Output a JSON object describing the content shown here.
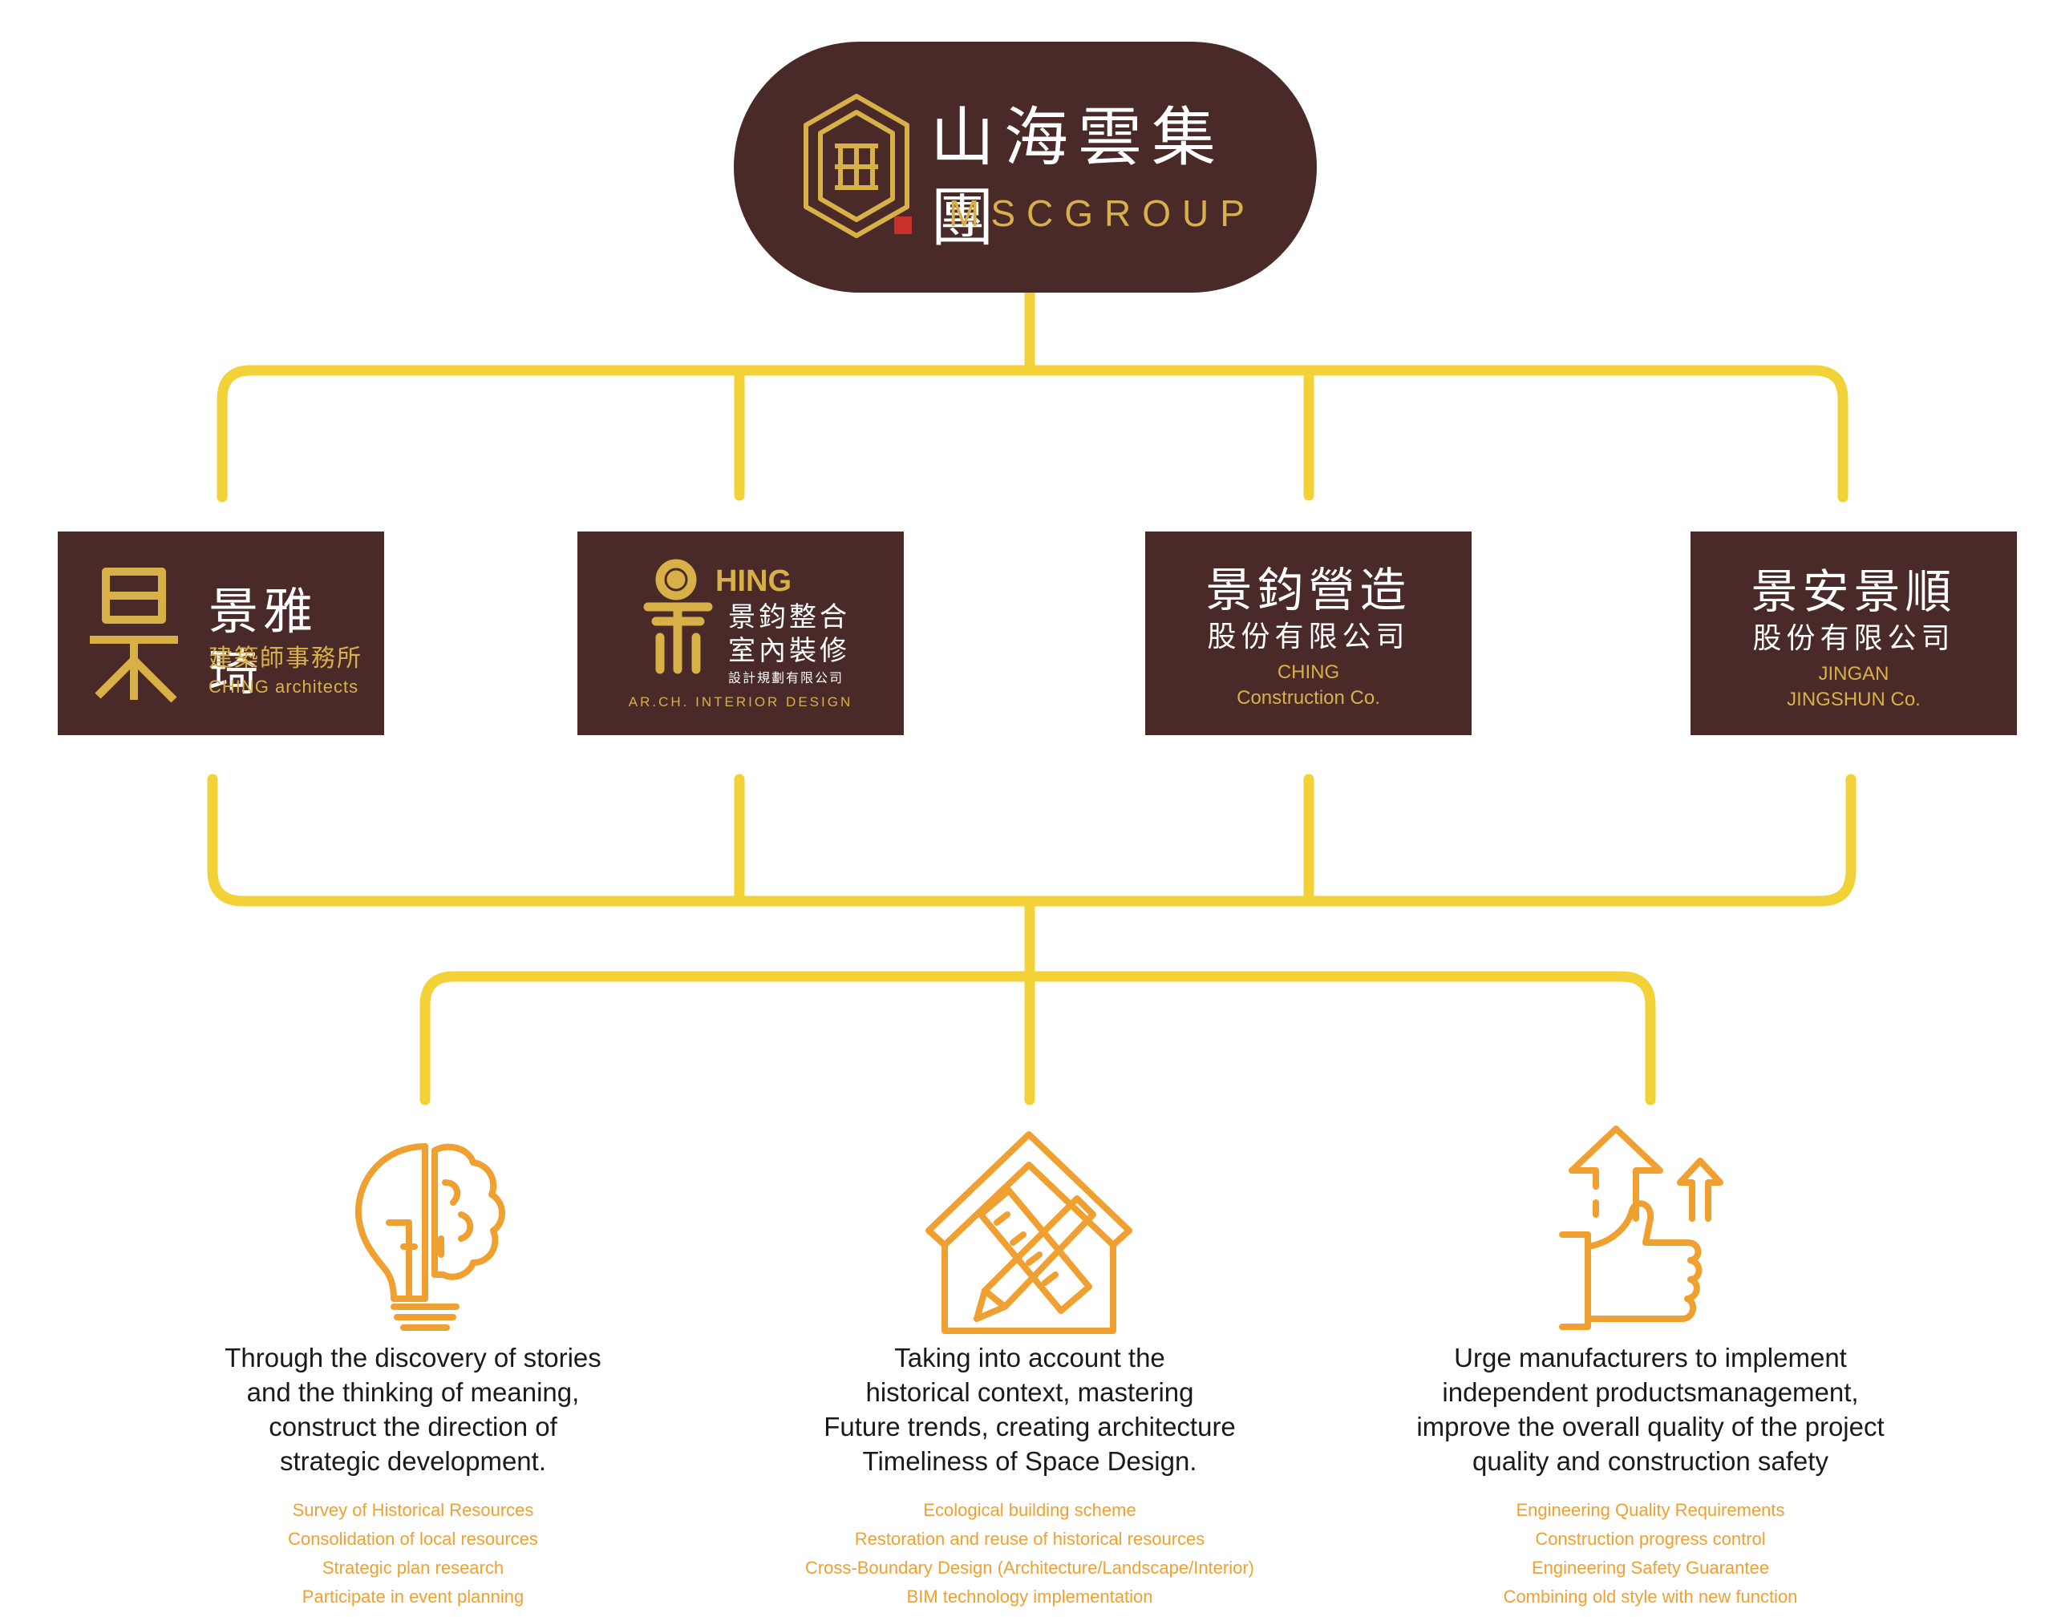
{
  "header": {
    "name_zh": "山海雲集團",
    "name_en": "MSCGROUP"
  },
  "companies": [
    {
      "id": "ching-architects",
      "name": "景雅琦",
      "sub": "建築師事務所",
      "en": "CHING architects"
    },
    {
      "id": "ching-interior",
      "brand": "HING",
      "name_line1": "景鈞整合",
      "name_line2": "室內裝修",
      "sub": "設計規劃有限公司",
      "en": "AR.CH. INTERIOR DESIGN"
    },
    {
      "id": "ching-construction",
      "name": "景鈞營造",
      "sub": "股份有限公司",
      "en_line1": "CHING",
      "en_line2": "Construction Co."
    },
    {
      "id": "jingan-jingshun",
      "name": "景安景順",
      "sub": "股份有限公司",
      "en_line1": "JINGAN",
      "en_line2": "JINGSHUN Co."
    }
  ],
  "columns": [
    {
      "icon": "lightbulb-brain-icon",
      "description": [
        "Through the discovery of stories",
        "and the thinking of meaning,",
        "construct the direction of",
        "strategic development."
      ],
      "items": [
        "Survey of Historical Resources",
        "Consolidation of local resources",
        "Strategic plan research",
        "Participate in event planning"
      ]
    },
    {
      "icon": "house-pencil-ruler-icon",
      "description": [
        "Taking into account the",
        "historical context, mastering",
        "Future trends, creating architecture",
        "Timeliness of Space Design."
      ],
      "items": [
        "Ecological building scheme",
        "Restoration and reuse of historical resources",
        "Cross-Boundary Design (Architecture/Landscape/Interior)",
        "BIM technology implementation"
      ]
    },
    {
      "icon": "thumbs-up-arrows-icon",
      "description": [
        "Urge manufacturers to implement",
        "independent productsmanagement,",
        "improve the overall quality of the project",
        "quality and construction safety"
      ],
      "items": [
        "Engineering Quality Requirements",
        "Construction progress control",
        "Engineering Safety Guarantee",
        "Combining old style with new function"
      ]
    }
  ],
  "colors": {
    "brown": "#4a2a28",
    "gold": "#d8b048",
    "connector": "#f2d236",
    "orange": "#f0a030"
  }
}
